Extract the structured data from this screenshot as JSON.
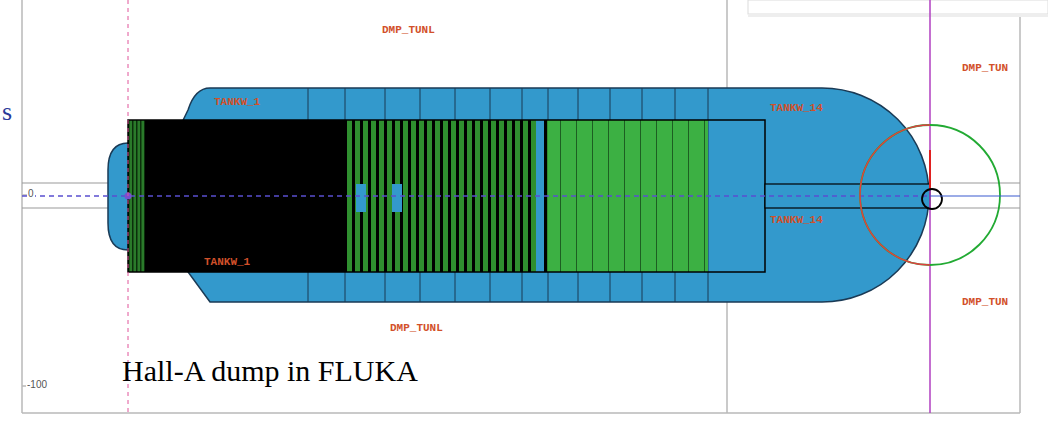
{
  "diagram": {
    "caption": "Hall-A dump in FLUKA",
    "labels": [
      "s",
      "DMP_TUNL",
      "DMP_TUN",
      "TANKW_1",
      "TANKW_14",
      "0",
      "TANKW_14",
      "TANKW_1",
      "DMP_TUN",
      "DMP_TUNL",
      "-100"
    ]
  }
}
